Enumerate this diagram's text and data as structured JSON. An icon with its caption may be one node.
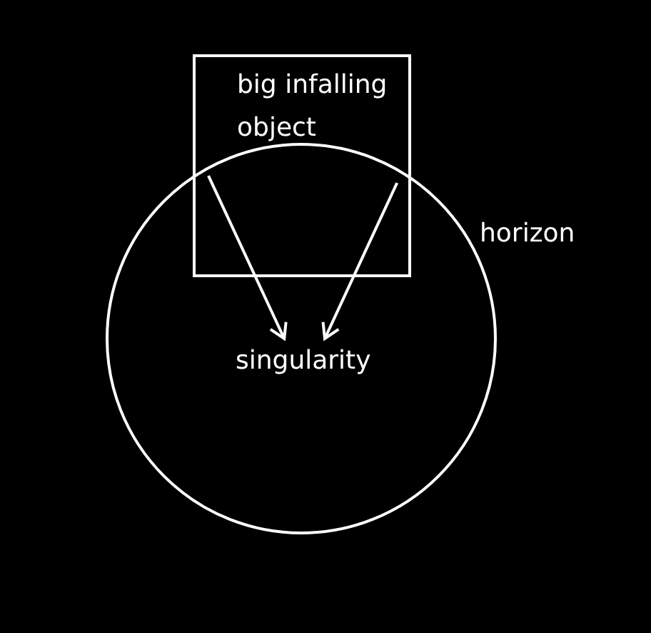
{
  "diagram": {
    "nodes": [
      {
        "text": [
          "big infalling object"
        ]
      },
      {
        "text": [
          "horizon"
        ]
      },
      {
        "text": [
          "singularity"
        ],
        "in": 1
      }
    ],
    "edges": [
      {
        "from": 0,
        "to": 2,
        "arrow": "to"
      },
      {
        "from": 0,
        "to": 2,
        "arrow": "to"
      }
    ]
  }
}
